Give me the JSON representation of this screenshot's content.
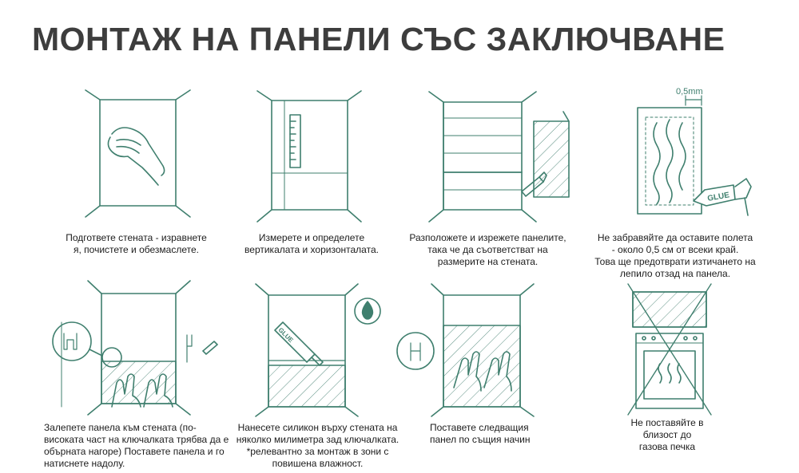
{
  "title": "МОНТАЖ НА ПАНЕЛИ СЪС ЗАКЛЮЧВАНЕ",
  "colors": {
    "line": "#3f7f6e",
    "hatch": "#5b8f82",
    "title": "#3d3d3d"
  },
  "measure_label": "0,5mm",
  "glue_label": "GLUE",
  "steps": [
    {
      "icon": "wipe-hand-icon",
      "caption": "Подгответе стената - изравнете\nя, почистете и обезмаслете."
    },
    {
      "icon": "ruler-icon",
      "caption": "Измерете и определете\nвертикалата и хоризонталата."
    },
    {
      "icon": "cutter-icon",
      "caption": "Разположете и изрежете панелите,\nтака че да съответстват на\nразмерите на стената."
    },
    {
      "icon": "glue-gun-icon",
      "caption": "Не забравяйте да оставите полета\n- около 0,5 см от всеки край.\nТова ще предотврати изтичането на\nлепило отзад на панела."
    },
    {
      "icon": "press-hands-icon",
      "caption": "Залепете панела към стената (по-\nвисоката част на ключалката трябва да е\nобърната нагоре) Поставете панела и го\nнатиснете надолу."
    },
    {
      "icon": "silicone-tube-icon",
      "caption": "Нанесете силикон върху стената на\nняколко милиметра зад ключалката.\n*релевантно за монтаж в зони с\nповишена влажност."
    },
    {
      "icon": "next-panel-icon",
      "caption": "Поставете следващия\nпанел по същия начин"
    },
    {
      "icon": "no-stove-icon",
      "caption": "Не поставяйте в\nблизост до\nгазова печка"
    }
  ]
}
